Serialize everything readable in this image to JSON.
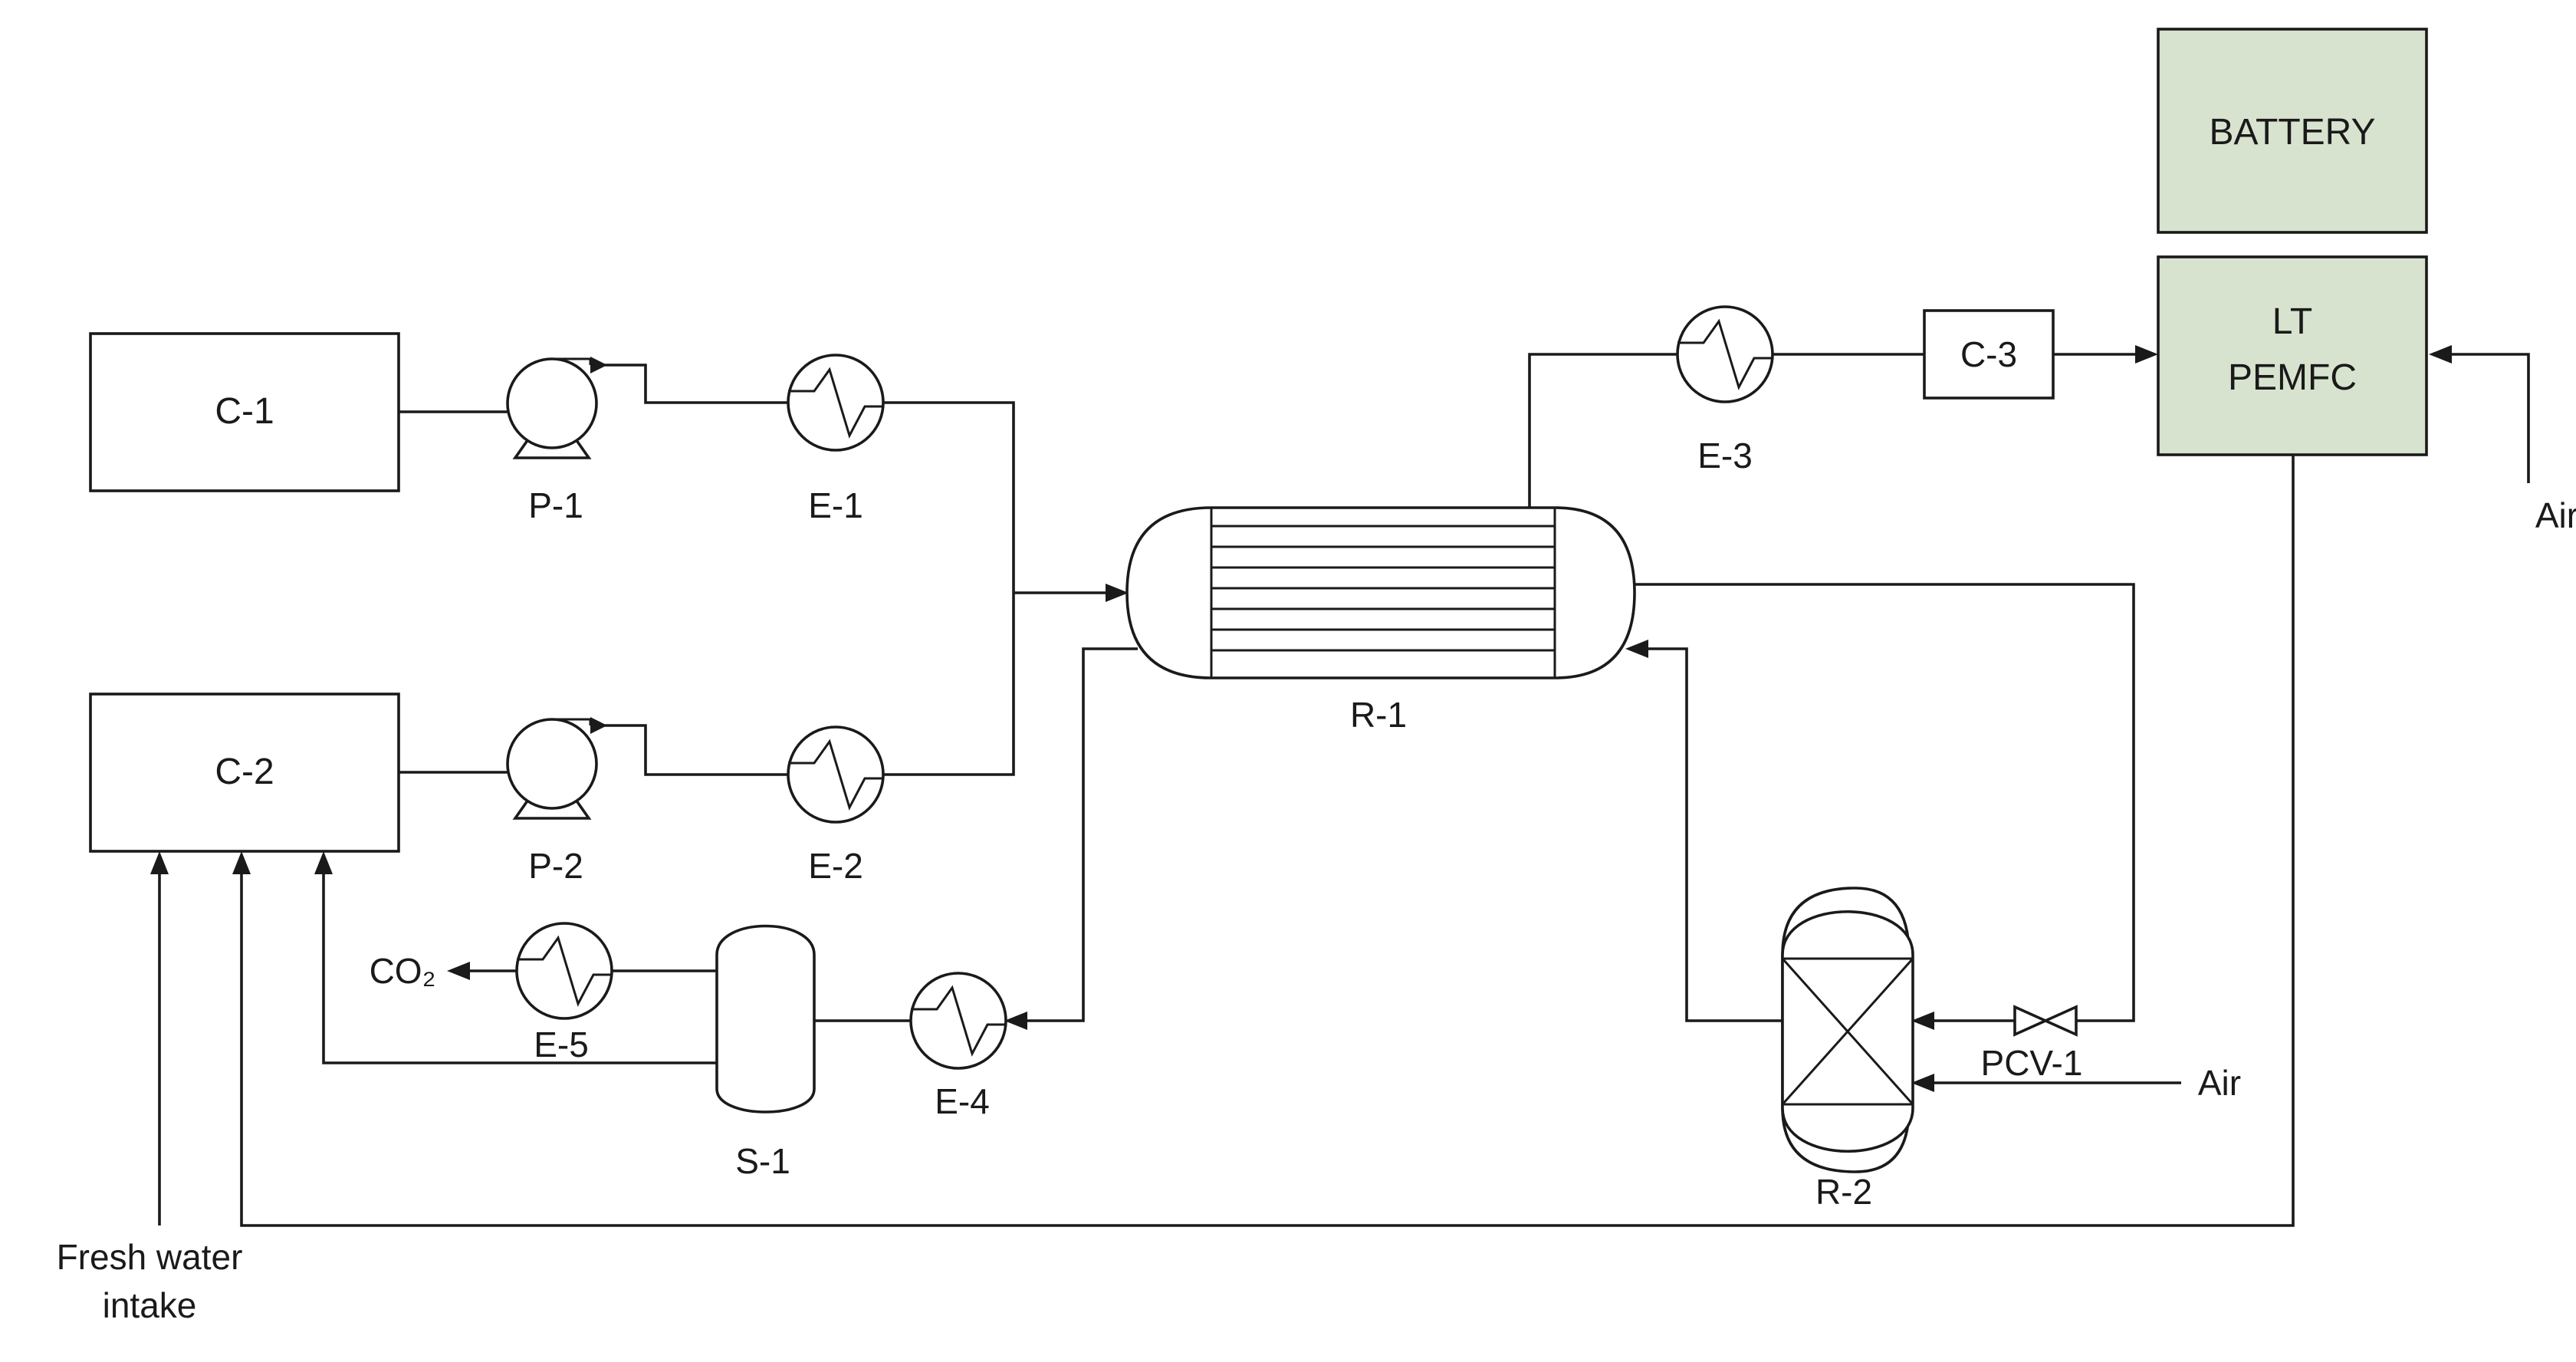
{
  "colors": {
    "line": "#1a1a1a",
    "fc_fill": "#d8e3cf",
    "background": "#ffffff"
  },
  "labels": {
    "c1": "C-1",
    "c2": "C-2",
    "c3": "C-3",
    "p1": "P-1",
    "p2": "P-2",
    "e1": "E-1",
    "e2": "E-2",
    "e3": "E-3",
    "e4": "E-4",
    "e5": "E-5",
    "r1": "R-1",
    "r2": "R-2",
    "s1": "S-1",
    "pcv1": "PCV-1",
    "battery": "BATTERY",
    "pemfc_line1": "LT",
    "pemfc_line2": "PEMFC",
    "air_top": "Air",
    "air_bottom": "Air",
    "co2": "CO₂",
    "fresh_water_line1": "Fresh water",
    "fresh_water_line2": "intake"
  },
  "icons": [
    "pump-icon",
    "heat-exchanger-icon",
    "valve-icon",
    "packed-bed-reactor-icon",
    "separator-vessel-icon",
    "tubular-reactor-icon"
  ]
}
